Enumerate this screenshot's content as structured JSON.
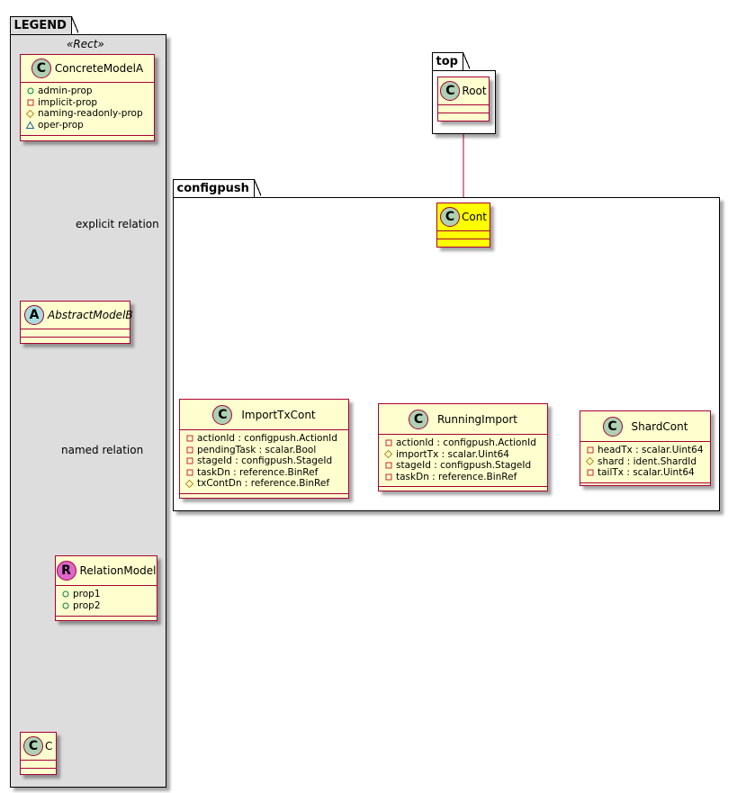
{
  "legend": {
    "package_name": "LEGEND",
    "stereotype": "«Rect»",
    "classes": {
      "concrete": {
        "name": "ConcreteModelA",
        "badge": "C",
        "attributes": [
          {
            "visibility": "public",
            "text": "admin-prop"
          },
          {
            "visibility": "private",
            "text": "implicit-prop"
          },
          {
            "visibility": "protected",
            "text": "naming-readonly-prop"
          },
          {
            "visibility": "package",
            "text": "oper-prop"
          }
        ]
      },
      "abstract": {
        "name": "AbstractModelB",
        "badge": "A"
      },
      "relation": {
        "name": "RelationModel",
        "badge": "R",
        "attributes": [
          {
            "visibility": "public",
            "text": "prop1"
          },
          {
            "visibility": "public",
            "text": "prop2"
          }
        ]
      },
      "c": {
        "name": "C",
        "badge": "C"
      }
    },
    "relations": {
      "explicit": "explicit relation",
      "named": "named relation"
    }
  },
  "top": {
    "package_name": "top",
    "root": {
      "name": "Root",
      "badge": "C"
    }
  },
  "configpush": {
    "package_name": "configpush",
    "cont": {
      "name": "Cont",
      "badge": "C",
      "highlight_color": "#ffff00"
    },
    "import_tx_cont": {
      "name": "ImportTxCont",
      "badge": "C",
      "attributes": [
        {
          "visibility": "private",
          "text": "actionId : configpush.ActionId"
        },
        {
          "visibility": "private",
          "text": "pendingTask : scalar.Bool"
        },
        {
          "visibility": "private",
          "text": "stageId : configpush.StageId"
        },
        {
          "visibility": "private",
          "text": "taskDn : reference.BinRef"
        },
        {
          "visibility": "protected",
          "text": "txContDn : reference.BinRef"
        }
      ]
    },
    "running_import": {
      "name": "RunningImport",
      "badge": "C",
      "attributes": [
        {
          "visibility": "private",
          "text": "actionId : configpush.ActionId"
        },
        {
          "visibility": "protected",
          "text": "importTx : scalar.Uint64"
        },
        {
          "visibility": "private",
          "text": "stageId : configpush.StageId"
        },
        {
          "visibility": "private",
          "text": "taskDn : reference.BinRef"
        }
      ]
    },
    "shard_cont": {
      "name": "ShardCont",
      "badge": "C",
      "attributes": [
        {
          "visibility": "private",
          "text": "headTx : scalar.Uint64"
        },
        {
          "visibility": "protected",
          "text": "shard : ident.ShardId"
        },
        {
          "visibility": "private",
          "text": "tailTx : scalar.Uint64"
        }
      ]
    }
  },
  "colors": {
    "class_fill": "#fefece",
    "class_border": "#a80036",
    "legend_fill": "#dddddd",
    "highlight": "#ffff00"
  }
}
